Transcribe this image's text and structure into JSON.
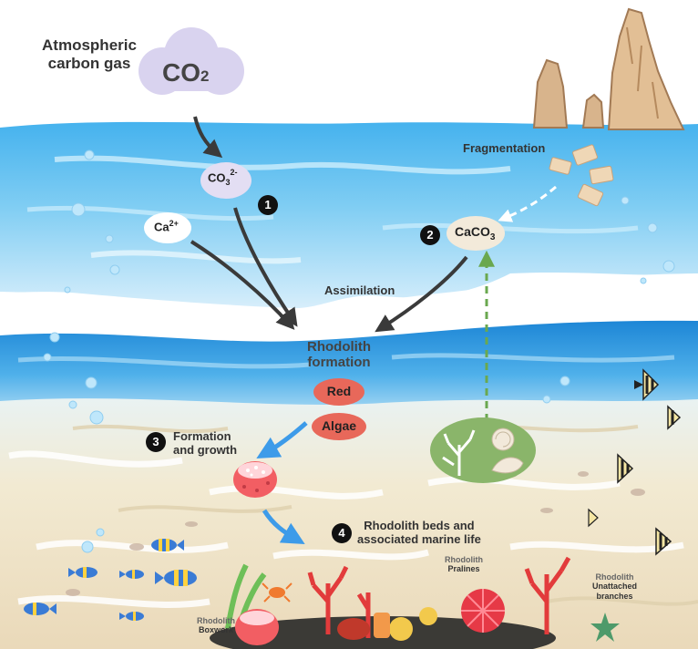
{
  "atmosphere": {
    "label_line1": "Atmospheric",
    "label_line2": "carbon gas",
    "cloud_text": "CO",
    "cloud_sub": "2"
  },
  "ions": {
    "carbonate": {
      "base": "CO",
      "sub": "3",
      "sup": "2-"
    },
    "calcium": {
      "base": "Ca",
      "sup": "2+"
    },
    "calcium_carbonate": {
      "base": "CaCO",
      "sub": "3"
    }
  },
  "processes": {
    "fragmentation": "Fragmentation",
    "assimilation": "Assimilation",
    "rhodolith_formation_line1": "Rhodolith",
    "rhodolith_formation_line2": "formation",
    "red_algae_line1": "Red",
    "red_algae_line2": "Algae",
    "formation_growth_line1": "Formation",
    "formation_growth_line2": "and growth",
    "beds_line1": "Rhodolith beds and",
    "beds_line2": "associated marine life"
  },
  "steps": [
    "1",
    "2",
    "3",
    "4"
  ],
  "rhodolith_types": {
    "pralines_line1": "Rhodolith",
    "pralines_line2": "Pralines",
    "unattached_line1": "Rhodolith",
    "unattached_line2": "Unattached",
    "unattached_line3": "branches",
    "boxwork_line1": "Rhodolith",
    "boxwork_line2": "Boxwork"
  },
  "colors": {
    "water_light": "#8fd3f4",
    "water_deep": "#1e88d8",
    "sand": "#f2ead4",
    "cloud": "#d9d3ef",
    "red_algae": "#e8685a",
    "carbonate_bubble": "#e3def3",
    "caco3_bubble": "#f3eada",
    "arrow_dark": "#3a3a3a",
    "arrow_blue": "#3d9be9",
    "arrow_green": "#6aa84f",
    "fragment_arrow": "#ffffff",
    "coral_bubble": "#8ab56a"
  },
  "icons": [
    "cloud-icon",
    "rock-stack-icon",
    "fish-icon",
    "coral-icon",
    "shell-icon",
    "crab-icon",
    "starfish-icon"
  ]
}
